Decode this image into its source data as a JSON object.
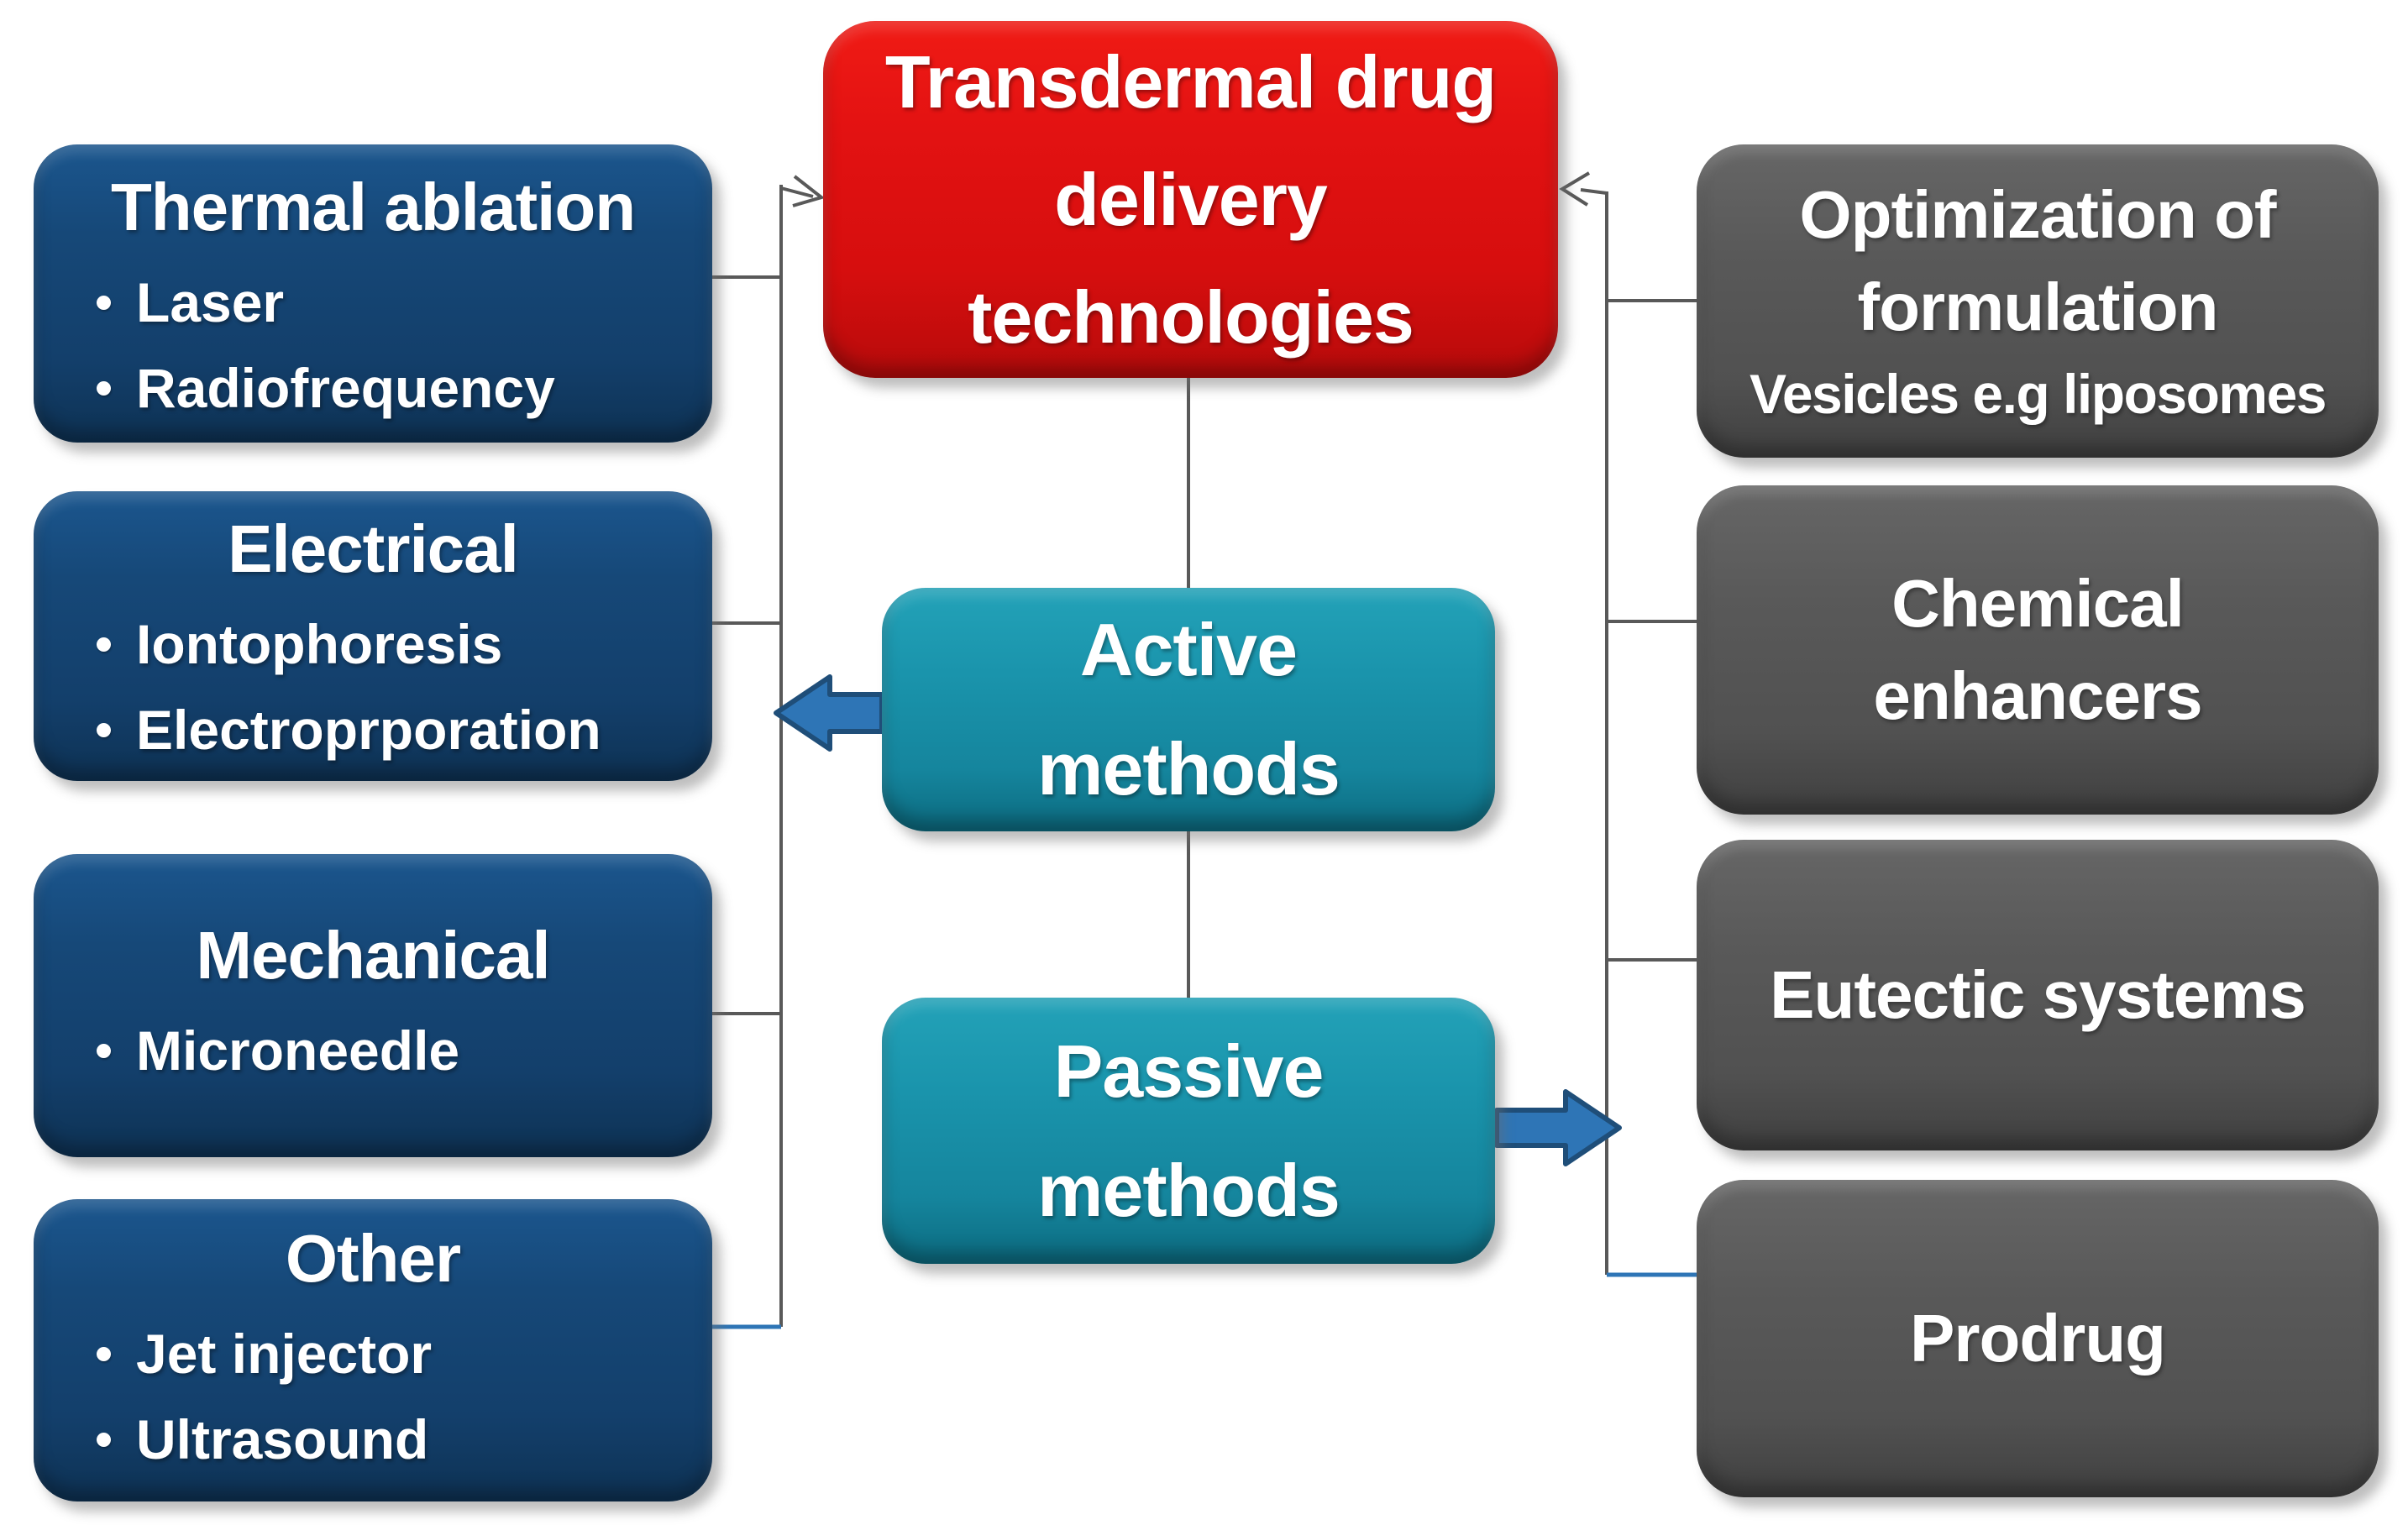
{
  "title": "Transdermal drug delivery technologies diagram",
  "colors": {
    "root_red": "#E31212",
    "method_teal": "#1A94AC",
    "left_navy": "#164878",
    "right_gray": "#595959",
    "block_arrow_blue": "#2E75B6",
    "connector_gray": "#595959",
    "connector_blue": "#2E75B6"
  },
  "icons": {
    "active_arrow": "left-block-arrow",
    "passive_arrow": "right-block-arrow",
    "thin_arrowheads": "open-chevron"
  },
  "root_box": {
    "label": "Transdermal drug\ndelivery\ntechnologies"
  },
  "active_box": {
    "label": "Active\nmethods"
  },
  "passive_box": {
    "label": "Passive\nmethods"
  },
  "left_column": {
    "boxes": [
      {
        "title": "Thermal ablation",
        "bullets": [
          "Laser",
          "Radiofrequency"
        ]
      },
      {
        "title": "Electrical",
        "bullets": [
          "Iontophoresis",
          "Electroprporation"
        ]
      },
      {
        "title": "Mechanical",
        "bullets": [
          "Microneedle"
        ]
      },
      {
        "title": "Other",
        "bullets": [
          "Jet injector",
          "Ultrasound"
        ]
      }
    ]
  },
  "right_column": {
    "boxes": [
      {
        "title": "Optimization of\nformulation",
        "subtitle": "Vesicles e.g liposomes"
      },
      {
        "title": "Chemical\nenhancers"
      },
      {
        "title": "Eutectic systems"
      },
      {
        "title": "Prodrug"
      }
    ]
  }
}
